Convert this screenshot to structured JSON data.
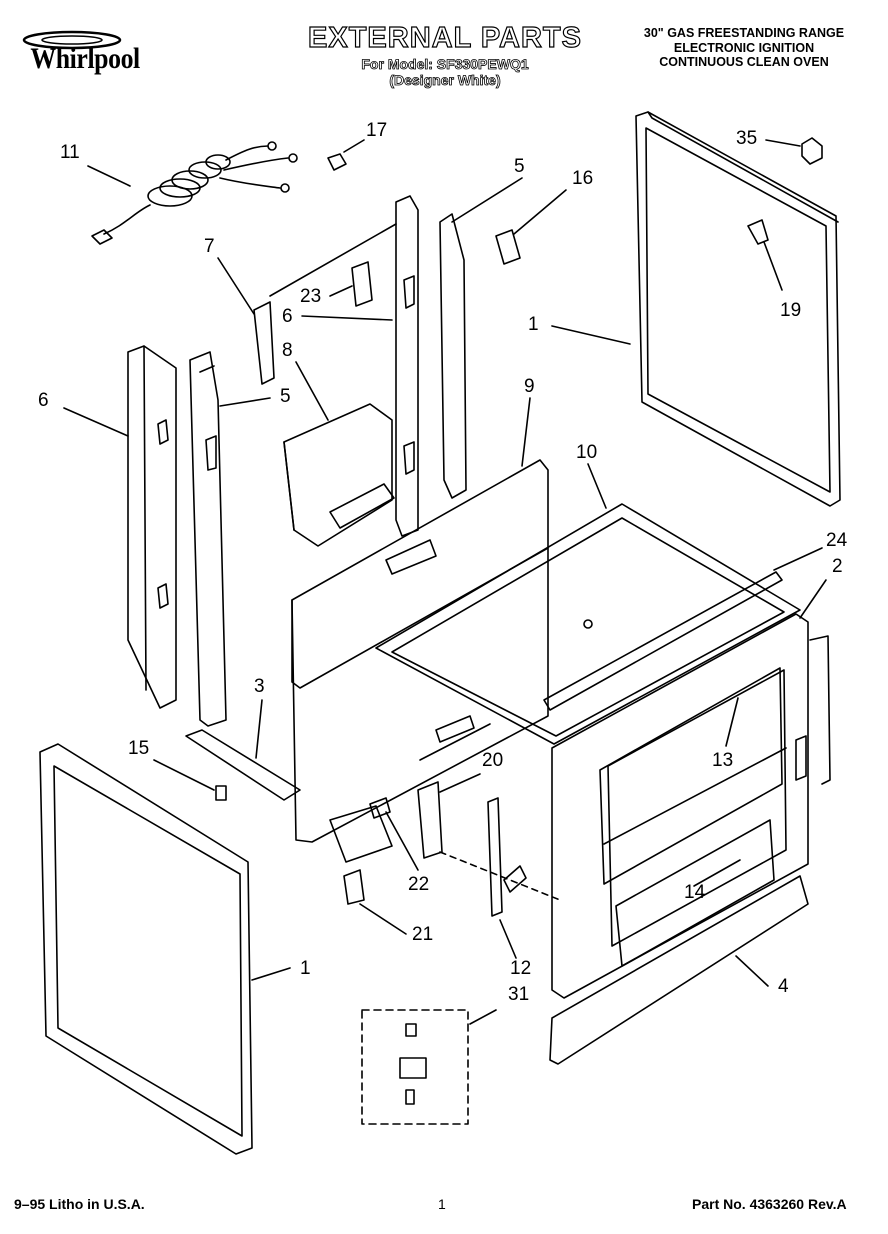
{
  "header": {
    "brand": "Whirlpool",
    "title": "EXTERNAL PARTS",
    "model_line": "For Model: SF330PEWQ1",
    "color_line": "(Designer White)",
    "desc_line1": "30\" GAS FREESTANDING RANGE",
    "desc_line2": "ELECTRONIC IGNITION",
    "desc_line3": "CONTINUOUS CLEAN OVEN"
  },
  "callouts": [
    "11",
    "17",
    "5",
    "16",
    "35",
    "7",
    "23",
    "6",
    "8",
    "19",
    "1",
    "6",
    "5",
    "9",
    "10",
    "24",
    "2",
    "3",
    "15",
    "20",
    "13",
    "22",
    "14",
    "21",
    "1",
    "12",
    "4",
    "31"
  ],
  "footer": {
    "left": "9–95 Litho in U.S.A.",
    "page": "1",
    "part": "Part No. 4363260 Rev.A"
  },
  "colors": {
    "line": "#000000",
    "background": "#ffffff"
  }
}
